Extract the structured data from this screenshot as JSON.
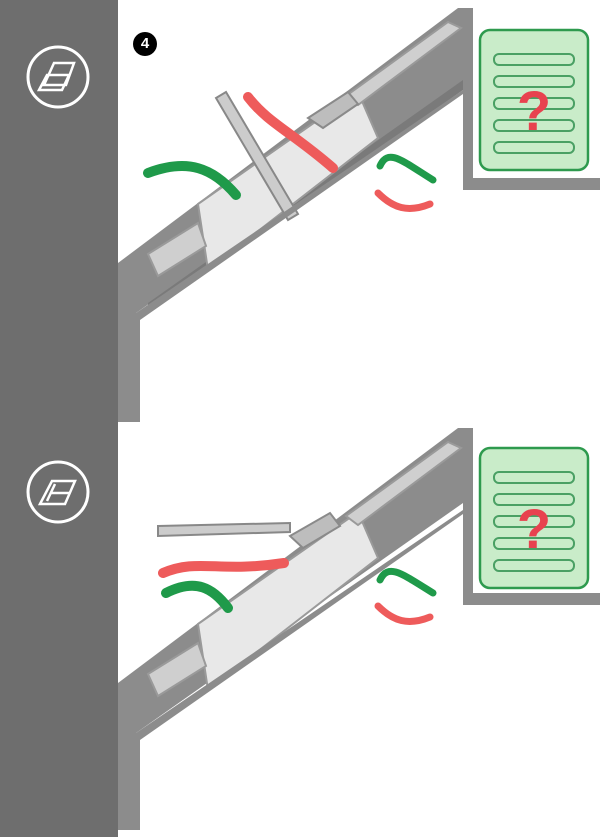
{
  "step": {
    "number": "4"
  },
  "panels": [
    {
      "id": "open-vent-scene",
      "mode_icon": "roof-window-open-icon",
      "unknown_symbol": "?"
    },
    {
      "id": "tilted-vent-scene",
      "mode_icon": "roof-window-tilted-icon",
      "unknown_symbol": "?"
    }
  ],
  "colors": {
    "sidebar": "#6e6e6e",
    "roof_gray": "#8c8c8c",
    "green_arrow": "#1f9a4a",
    "red_arrow": "#ee5b5b",
    "question_mark": "#e8424f",
    "vent_grille": "#c9ecc9"
  }
}
